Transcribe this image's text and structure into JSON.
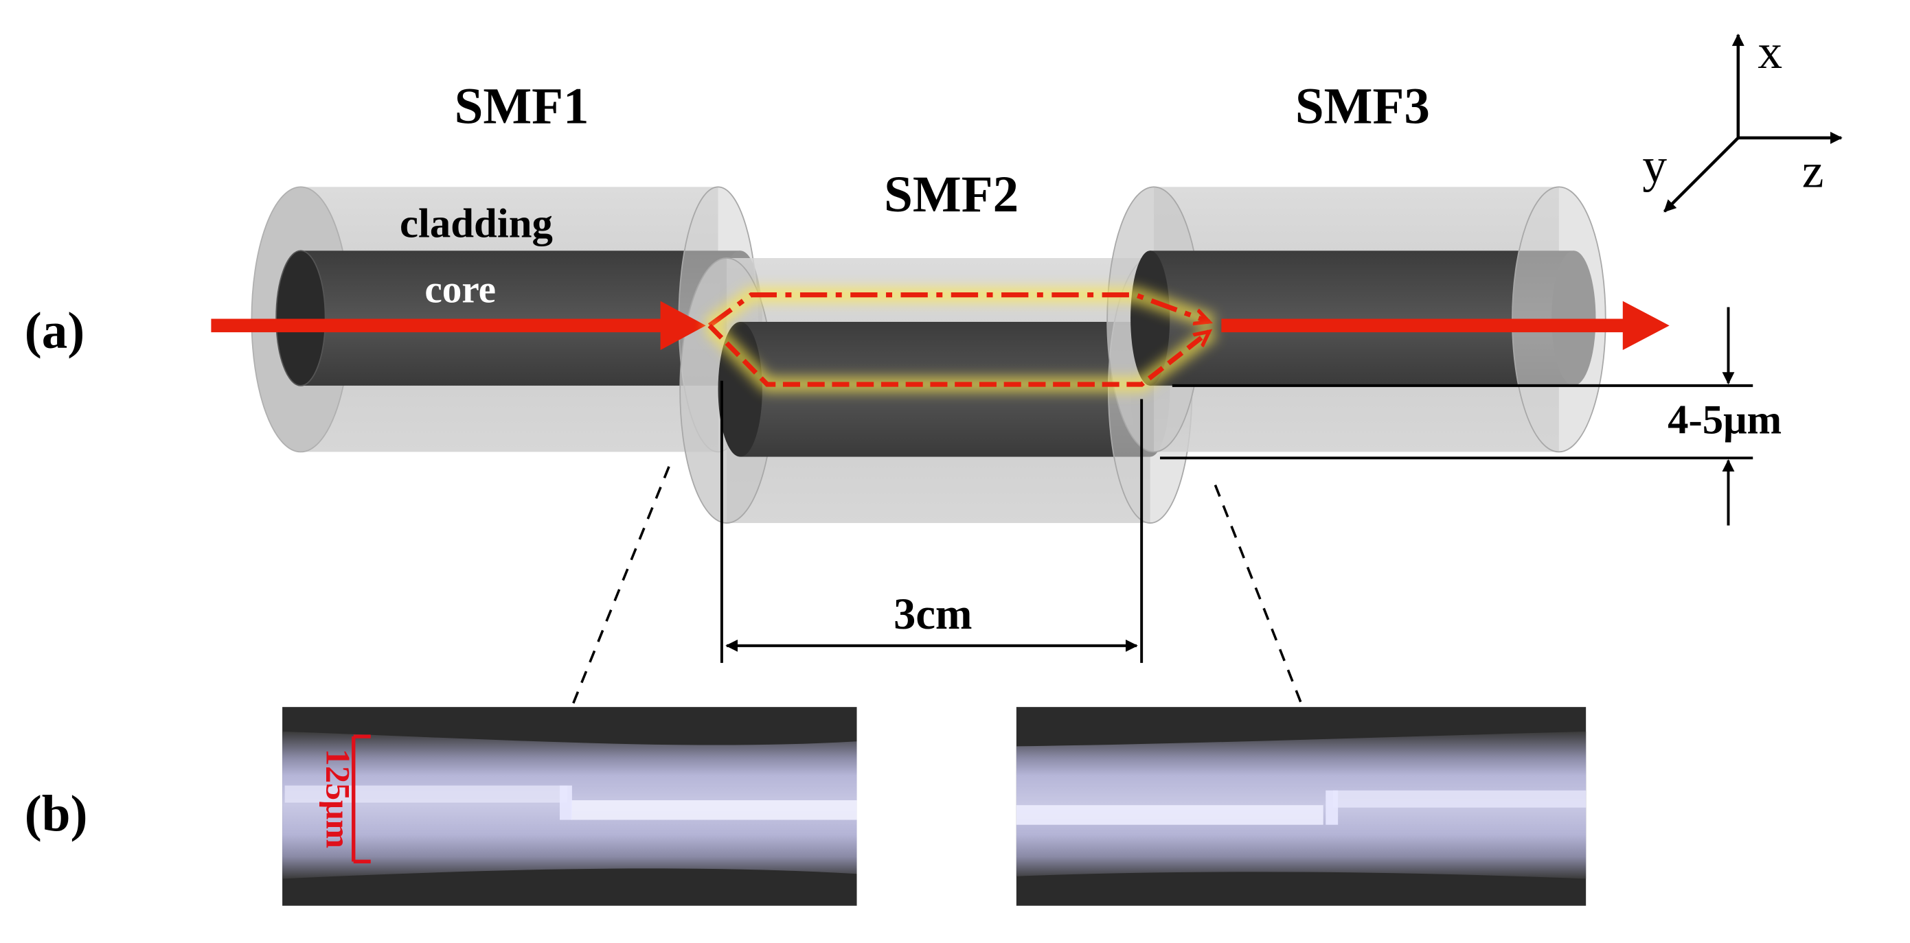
{
  "panel_labels": {
    "a": "(a)",
    "b": "(b)"
  },
  "fibers": {
    "smf1": "SMF1",
    "smf2": "SMF2",
    "smf3": "SMF3",
    "cladding": "cladding",
    "core": "core"
  },
  "axes": {
    "x": "x",
    "y": "y",
    "z": "z"
  },
  "dimensions": {
    "length": "3cm",
    "offset": "4-5μm",
    "diameter": "125μm"
  },
  "colors": {
    "light_path": "#e8200c",
    "glow": "#ffe94a",
    "core": "#4a4a4a",
    "cladding": "#c8c8c8",
    "scale_bar": "#e0101a"
  }
}
